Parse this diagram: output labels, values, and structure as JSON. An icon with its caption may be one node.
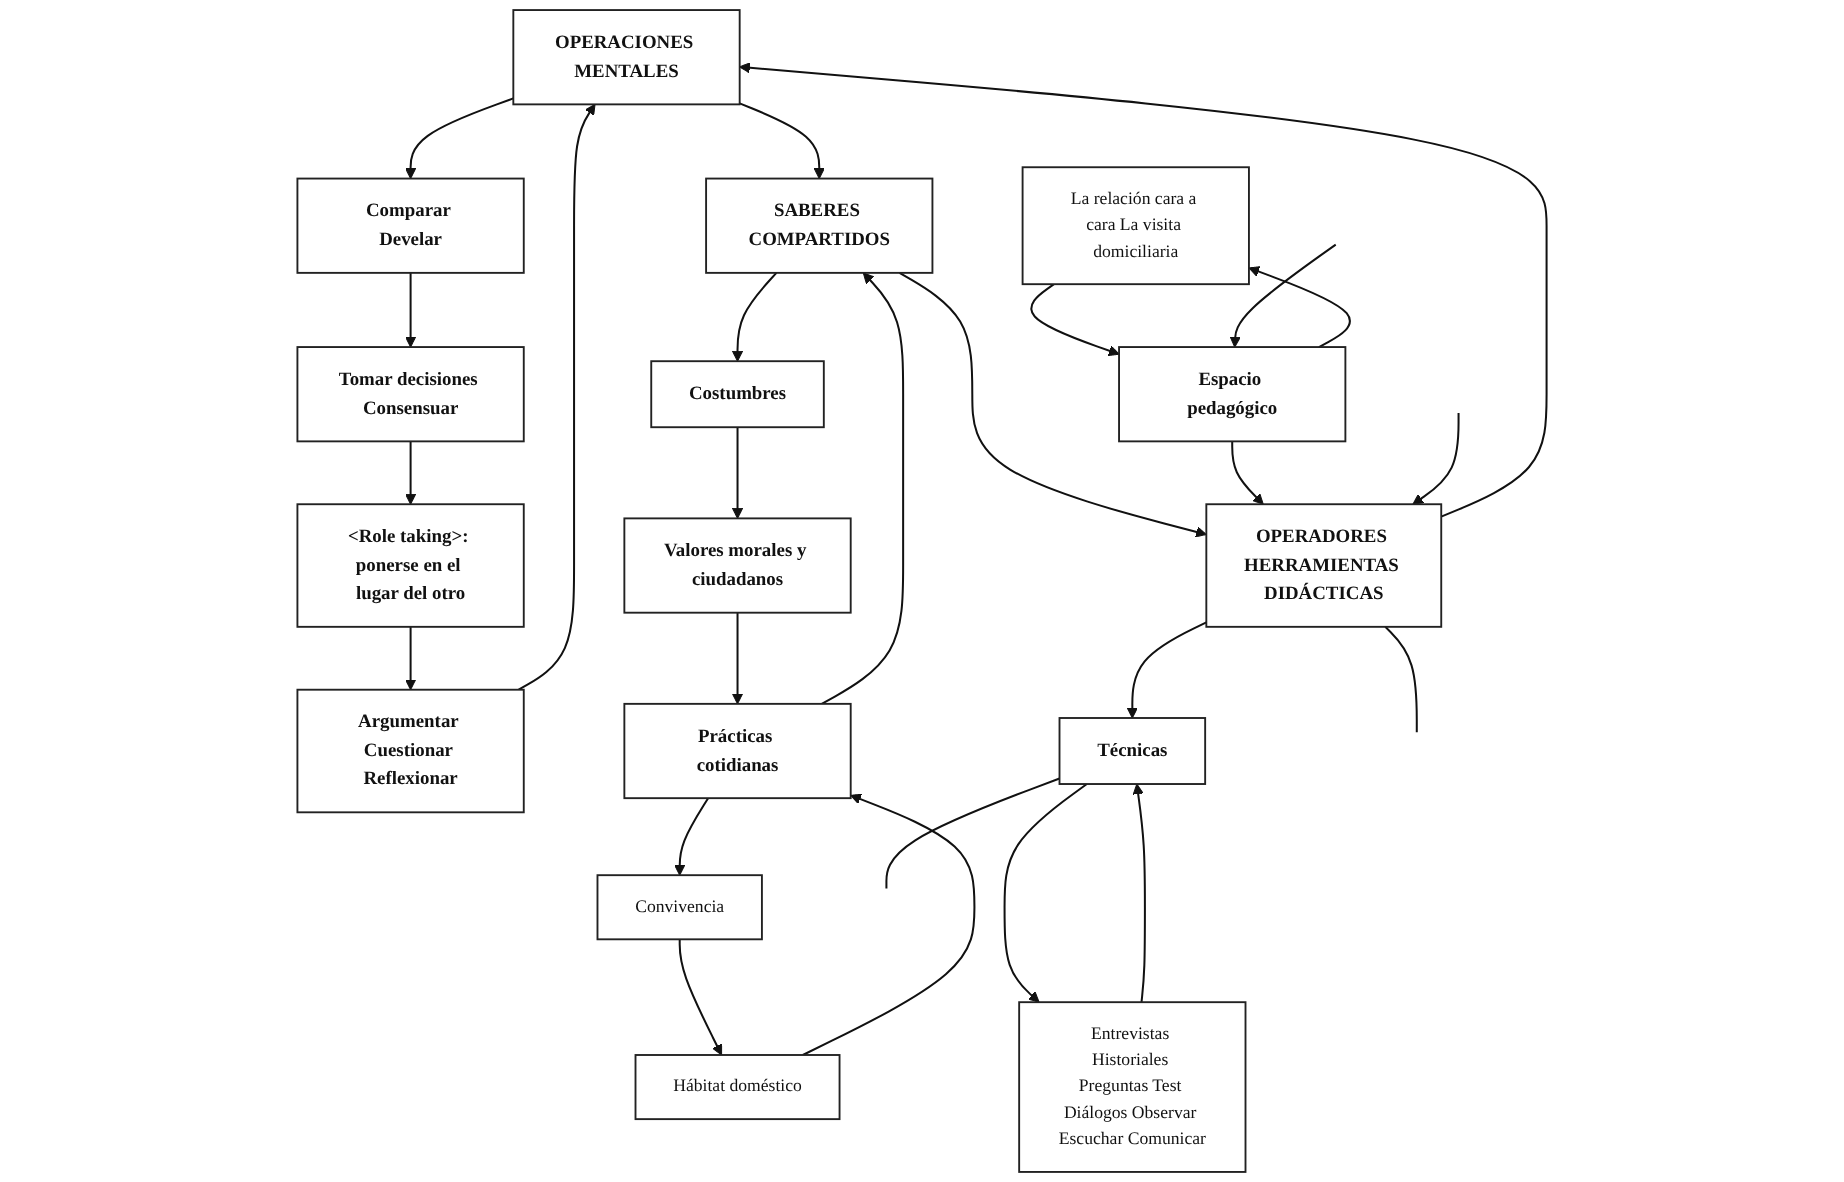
{
  "diagram": {
    "nodes": [
      {
        "text": [
          "OPERACIONES MENTALES"
        ]
      },
      {
        "text": [
          "SABERES COMPARTIDOS"
        ]
      },
      {
        "text": [
          "Costumbres"
        ]
      },
      {
        "text": [
          "Valores morales y ciudadanos"
        ]
      },
      {
        "text": [
          "Comparar Develar"
        ]
      },
      {
        "text": [
          "Argumentar Cuestionar Reflexionar"
        ]
      },
      {
        "text": [
          "Tomar decisiones Consensuar"
        ]
      },
      {
        "text": [
          "Prácticas cotidianas"
        ]
      },
      {
        "text": [
          "Convivencia"
        ]
      },
      {
        "text": [
          "Hábitat doméstico"
        ]
      },
      {
        "text": [
          "<Role taking>: ponerse en el lugar del otro"
        ]
      },
      {
        "text": [
          "La relación cara a cara La visita domiciliaria"
        ]
      },
      {
        "text": [
          "Entrevistas Historiales Preguntas Test Diálogos Observar Escuchar Comunicar"
        ]
      },
      {
        "text": [
          "OPERADORES HERRAMIENTAS DIDÁCTICAS"
        ]
      },
      {
        "text": [
          "Espacio pedagógico"
        ]
      },
      {
        "text": [
          "Técnicas"
        ]
      }
    ],
    "edges": [
      {
        "from": 5,
        "to": 0,
        "arrow": "to"
      },
      {
        "from": 0,
        "to": 1,
        "arrow": "to"
      },
      {
        "from": 0,
        "to": 4,
        "arrow": "to"
      },
      {
        "from": 4,
        "to": 6,
        "arrow": "to"
      },
      {
        "from": 6,
        "to": 10,
        "arrow": "to"
      },
      {
        "from": 10,
        "to": 5,
        "arrow": "to"
      },
      {
        "from": 1,
        "to": 2,
        "arrow": "to"
      },
      {
        "from": 2,
        "to": 3,
        "arrow": "to"
      },
      {
        "from": 3,
        "to": 7,
        "arrow": "to"
      },
      {
        "from": 7,
        "to": 1,
        "arrow": "to"
      },
      {
        "from": 7,
        "to": 8,
        "arrow": "to"
      },
      {
        "from": 8,
        "to": 9,
        "arrow": "to"
      },
      {
        "from": 9,
        "to": 7,
        "arrow": "to"
      },
      {
        "from": 1,
        "to": 13,
        "arrow": "to"
      },
      {
        "from": 13,
        "to": 0,
        "arrow": "to"
      },
      {
        "from": 14,
        "to": 13,
        "arrow": "to"
      },
      {
        "from": 11,
        "to": 14,
        "arrow": "to"
      },
      {
        "from": 14,
        "to": 11,
        "arrow": "to"
      },
      {
        "from": 13,
        "to": 15,
        "arrow": "to"
      },
      {
        "from": 15,
        "to": 12,
        "arrow": "to"
      },
      {
        "from": 12,
        "to": 15,
        "arrow": "to"
      },
      {
        "from": null,
        "to": 14,
        "arrow": "to"
      },
      {
        "from": null,
        "to": 13,
        "arrow": "to"
      },
      {
        "from": 13,
        "to": null,
        "arrow": "none"
      },
      {
        "from": 15,
        "to": null,
        "arrow": "none"
      }
    ]
  }
}
